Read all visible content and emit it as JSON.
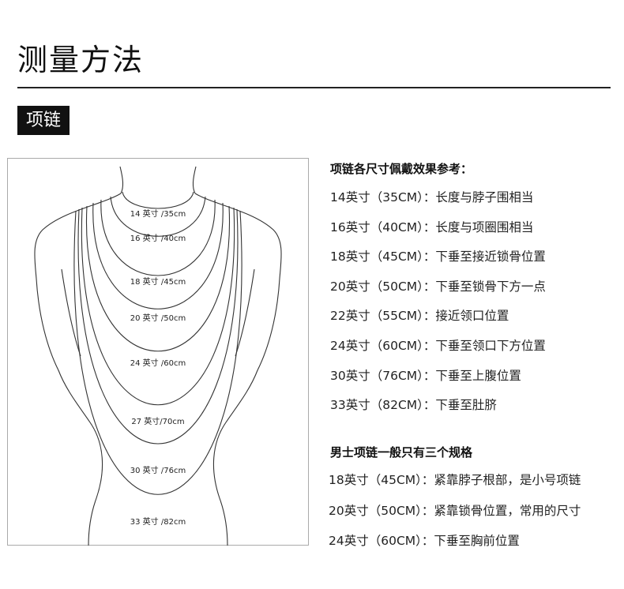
{
  "header": {
    "title": "测量方法",
    "section_label": "项链"
  },
  "diagram": {
    "chains": [
      {
        "label": "14 英寸 /35cm"
      },
      {
        "label": "16 英寸 /40cm"
      },
      {
        "label": "18 英寸 /45cm"
      },
      {
        "label": "20 英寸 /50cm"
      },
      {
        "label": "24 英寸 /60cm"
      },
      {
        "label": "27 英寸/70cm"
      },
      {
        "label": "30 英寸 /76cm"
      },
      {
        "label": "33 英寸 /82cm"
      }
    ]
  },
  "reference": {
    "heading": "项链各尺寸佩戴效果参考：",
    "rows": [
      {
        "text": "14英寸（35CM）：长度与脖子围相当"
      },
      {
        "text": "16英寸（40CM）：长度与项圈围相当"
      },
      {
        "text": "18英寸（45CM）：下垂至接近锁骨位置"
      },
      {
        "text": "20英寸（50CM）：下垂至锁骨下方一点"
      },
      {
        "text": "22英寸（55CM）：接近领口位置"
      },
      {
        "text": "24英寸（60CM）：下垂至领口下方位置"
      },
      {
        "text": "30英寸（76CM）：下垂至上腹位置"
      },
      {
        "text": "33英寸（82CM）：下垂至肚脐"
      }
    ]
  },
  "men": {
    "heading": "男士项链一般只有三个规格",
    "rows": [
      {
        "text": "18英寸（45CM）：紧靠脖子根部，是小号项链"
      },
      {
        "text": "20英寸（50CM）：紧靠锁骨位置，常用的尺寸"
      },
      {
        "text": "24英寸（60CM）：下垂至胸前位置"
      }
    ]
  }
}
